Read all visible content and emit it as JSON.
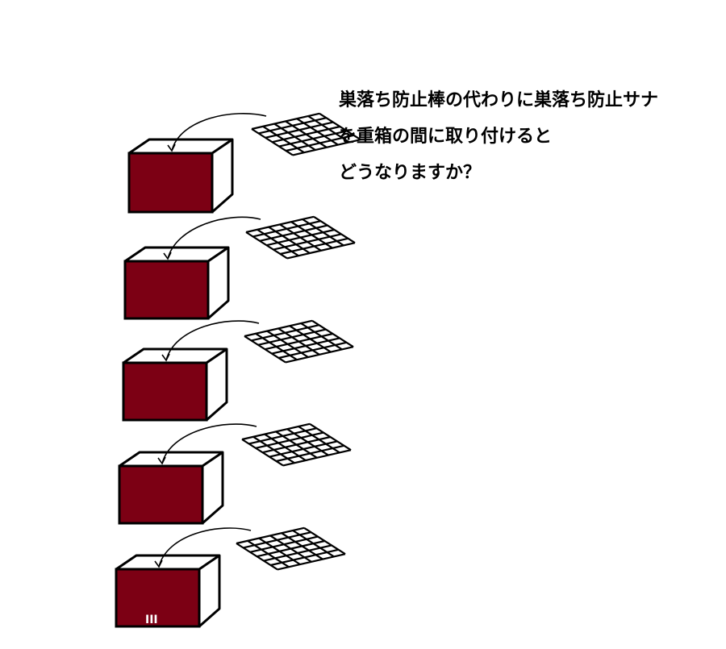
{
  "question": {
    "lines": [
      "巣落ち防止棒の代わりに巣落ち防止サナ",
      "を重箱の間に取り付けると",
      "どうなりますか？"
    ]
  },
  "diagram": {
    "hive_color": "#7c0014",
    "outline_color": "#000000",
    "box_count": 5,
    "entrance_mark": "III"
  }
}
